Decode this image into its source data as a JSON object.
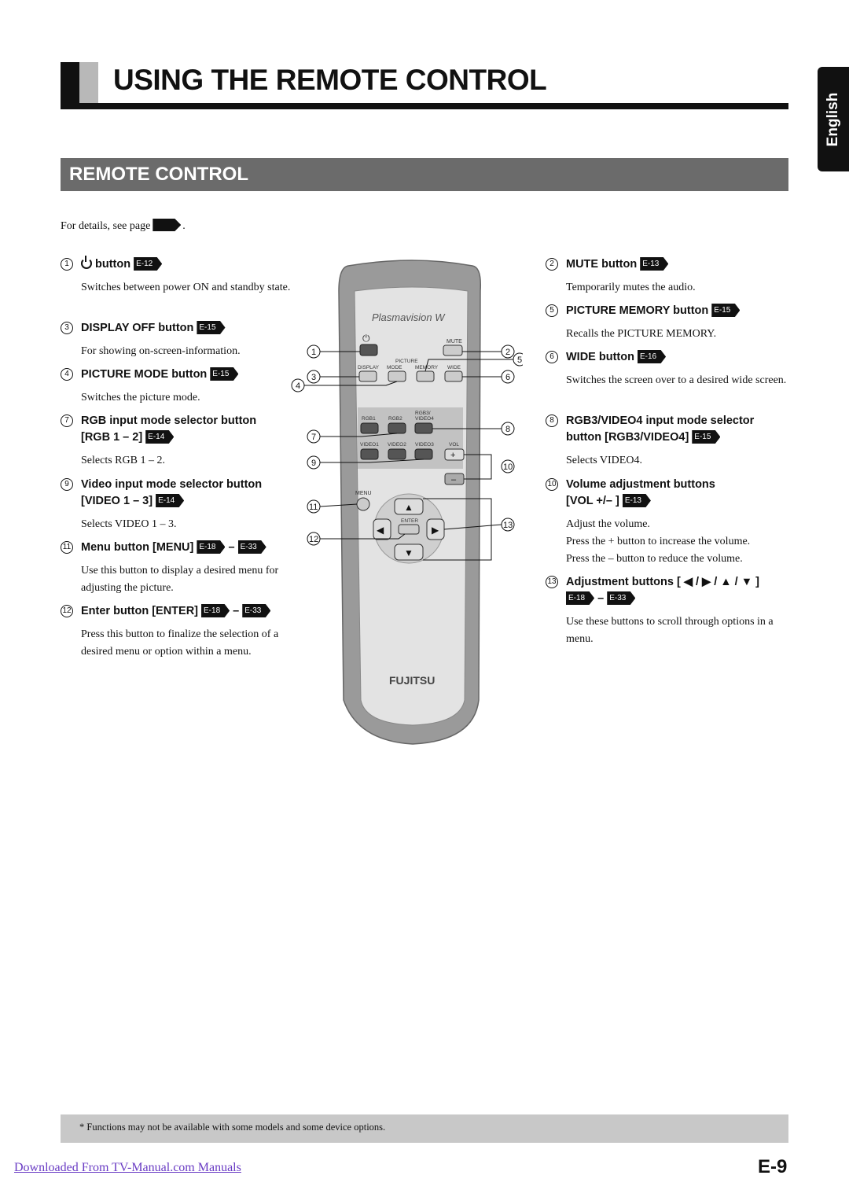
{
  "page_title": "USING THE REMOTE CONTROL",
  "language_tab": "English",
  "section_title": "REMOTE CONTROL",
  "details_text": "For details, see page",
  "details_suffix": ".",
  "left_items": [
    {
      "num": "1",
      "label": "button",
      "refs": [
        "E-12"
      ],
      "desc": "Switches between power ON and standby state."
    },
    {
      "num": "3",
      "label": "DISPLAY OFF button",
      "refs": [
        "E-15"
      ],
      "desc": "For showing on-screen-information."
    },
    {
      "num": "4",
      "label": "PICTURE MODE button",
      "refs": [
        "E-15"
      ],
      "desc": "Switches the picture mode."
    },
    {
      "num": "7",
      "label": "RGB input mode selector button",
      "label2": "[RGB 1 – 2]",
      "refs": [
        "E-14"
      ],
      "desc": "Selects RGB 1 – 2."
    },
    {
      "num": "9",
      "label": "Video input mode selector button",
      "label2": "[VIDEO 1 – 3]",
      "refs": [
        "E-14"
      ],
      "desc": "Selects VIDEO 1 – 3."
    },
    {
      "num": "11",
      "label": "Menu button [MENU]",
      "refs": [
        "E-18",
        "E-33"
      ],
      "desc": "Use this button to display a desired menu for adjusting the picture."
    },
    {
      "num": "12",
      "label": "Enter button [ENTER]",
      "refs": [
        "E-18",
        "E-33"
      ],
      "desc": "Press this button to finalize the selection of a desired menu or option within a menu."
    }
  ],
  "right_items": [
    {
      "num": "2",
      "label": "MUTE button",
      "refs": [
        "E-13"
      ],
      "desc": "Temporarily mutes the audio."
    },
    {
      "num": "5",
      "label": "PICTURE MEMORY button",
      "refs": [
        "E-15"
      ],
      "desc": "Recalls the PICTURE MEMORY."
    },
    {
      "num": "6",
      "label": "WIDE button",
      "refs": [
        "E-16"
      ],
      "desc": "Switches the screen over to a desired wide screen."
    },
    {
      "num": "8",
      "label": "RGB3/VIDEO4 input mode selector",
      "label2": "button [RGB3/VIDEO4]",
      "refs": [
        "E-15"
      ],
      "desc": "Selects VIDEO4."
    },
    {
      "num": "10",
      "label": "Volume adjustment buttons",
      "label2": "[VOL +/– ]",
      "refs": [
        "E-13"
      ],
      "desc": "Adjust the volume.",
      "desc2": "Press the + button to increase the volume.",
      "desc3": "Press the – button to reduce the volume."
    },
    {
      "num": "13",
      "label": "Adjustment buttons [ ◀ / ▶ / ▲ / ▼ ]",
      "refs": [
        "E-18",
        "E-33"
      ],
      "desc": "Use these buttons to scroll through options in a menu."
    }
  ],
  "ref_separator": "–",
  "remote": {
    "brand_top": "Plasmavision W",
    "brand_bottom": "FUJITSU",
    "labels": {
      "mute": "MUTE",
      "picture": "PICTURE",
      "display": "DISPLAY",
      "mode": "MODE",
      "memory": "MEMORY",
      "wide": "WIDE",
      "rgb1": "RGB1",
      "rgb2": "RGB2",
      "rgb3": "RGB3/",
      "video4": "VIDEO4",
      "video1": "VIDEO1",
      "video2": "VIDEO2",
      "video3": "VIDEO3",
      "vol": "VOL",
      "menu": "MENU",
      "enter": "ENTER",
      "plus": "+",
      "minus": "–"
    },
    "callouts": [
      "1",
      "2",
      "3",
      "4",
      "5",
      "6",
      "7",
      "8",
      "9",
      "10",
      "11",
      "12",
      "13"
    ]
  },
  "footnote": "* Functions may not be available with some models and some device options.",
  "download_link": "Downloaded From TV-Manual.com Manuals",
  "page_number": "E-9"
}
